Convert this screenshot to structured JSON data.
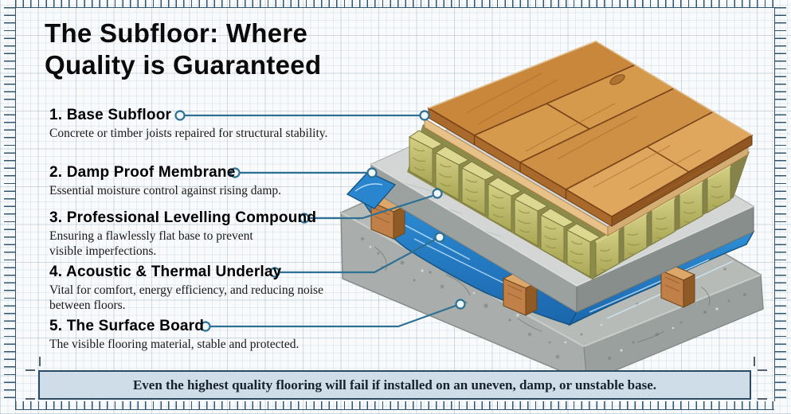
{
  "title": {
    "line1": "The Subfloor: Where",
    "line2": "Quality is Guaranteed"
  },
  "annotations": [
    {
      "heading": "1. Base Subfloor",
      "description": "Concrete or timber joists repaired for structural stability."
    },
    {
      "heading": "2. Damp Proof Membrane",
      "description": "Essential moisture control against rising damp."
    },
    {
      "heading": "3. Professional Levelling Compound",
      "description": "Ensuring a flawlessly flat base to prevent visible imperfections."
    },
    {
      "heading": "4. Acoustic & Thermal Underlay",
      "description": "Vital for comfort, energy efficiency, and reducing noise between floors."
    },
    {
      "heading": "5. The Surface Board",
      "description": "The visible flooring material, stable and protected."
    }
  ],
  "banner": {
    "text": "Even the highest quality flooring will fail if installed on an uneven, damp, or unstable base."
  },
  "colors": {
    "leader_line": "#2e7093",
    "banner_background": "#cfdde8",
    "banner_border": "#2b4a63",
    "ruler_frame": "#2f5570",
    "grid_line": "#d9e3eb",
    "wood_plank": "#d0924a",
    "insulation_wool": "#c6c274",
    "levelling_compound": "#d3d6d4",
    "damp_membrane": "#2480cc",
    "concrete": "#adb2b0",
    "timber_joist": "#c08048",
    "text": "#111111"
  }
}
